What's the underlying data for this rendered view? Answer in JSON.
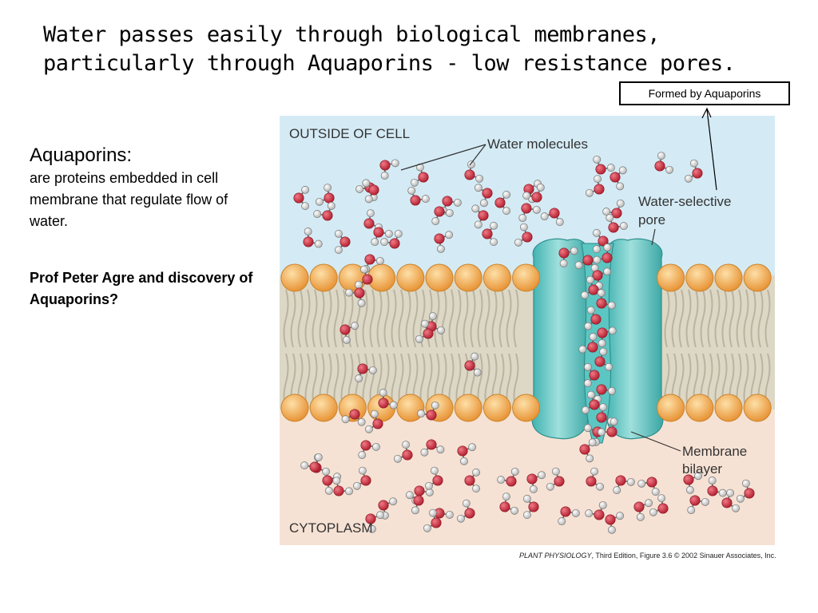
{
  "title": {
    "line1": "Water passes easily through  biological membranes,",
    "line2": "particularly through Aquaporins - low resistance pores."
  },
  "callout": {
    "text": "Formed by Aquaporins"
  },
  "sidebar": {
    "heading": "Aquaporins:",
    "body": "are proteins embedded in cell membrane that regulate flow of water.",
    "question": "Prof Peter Agre and discovery of Aquaporins?"
  },
  "diagram": {
    "label_outside": "OUTSIDE OF CELL",
    "label_water": "Water molecules",
    "label_pore_1": "Water-selective",
    "label_pore_2": "pore",
    "label_bilayer_1": "Membrane",
    "label_bilayer_2": "bilayer",
    "label_cytoplasm": "CYTOPLASM",
    "colors": {
      "outside": "#d4ebf5",
      "cytoplasm": "#f6e2d4",
      "lipid_head": "#f2a84a",
      "protein": "#5cc6c3",
      "oxygen": "#cc3344",
      "hydrogen": "#d6d6d6"
    }
  },
  "credit": {
    "book": "PLANT PHYSIOLOGY",
    "rest": ", Third Edition, Figure 3.6  © 2002 Sinauer Associates, Inc."
  }
}
